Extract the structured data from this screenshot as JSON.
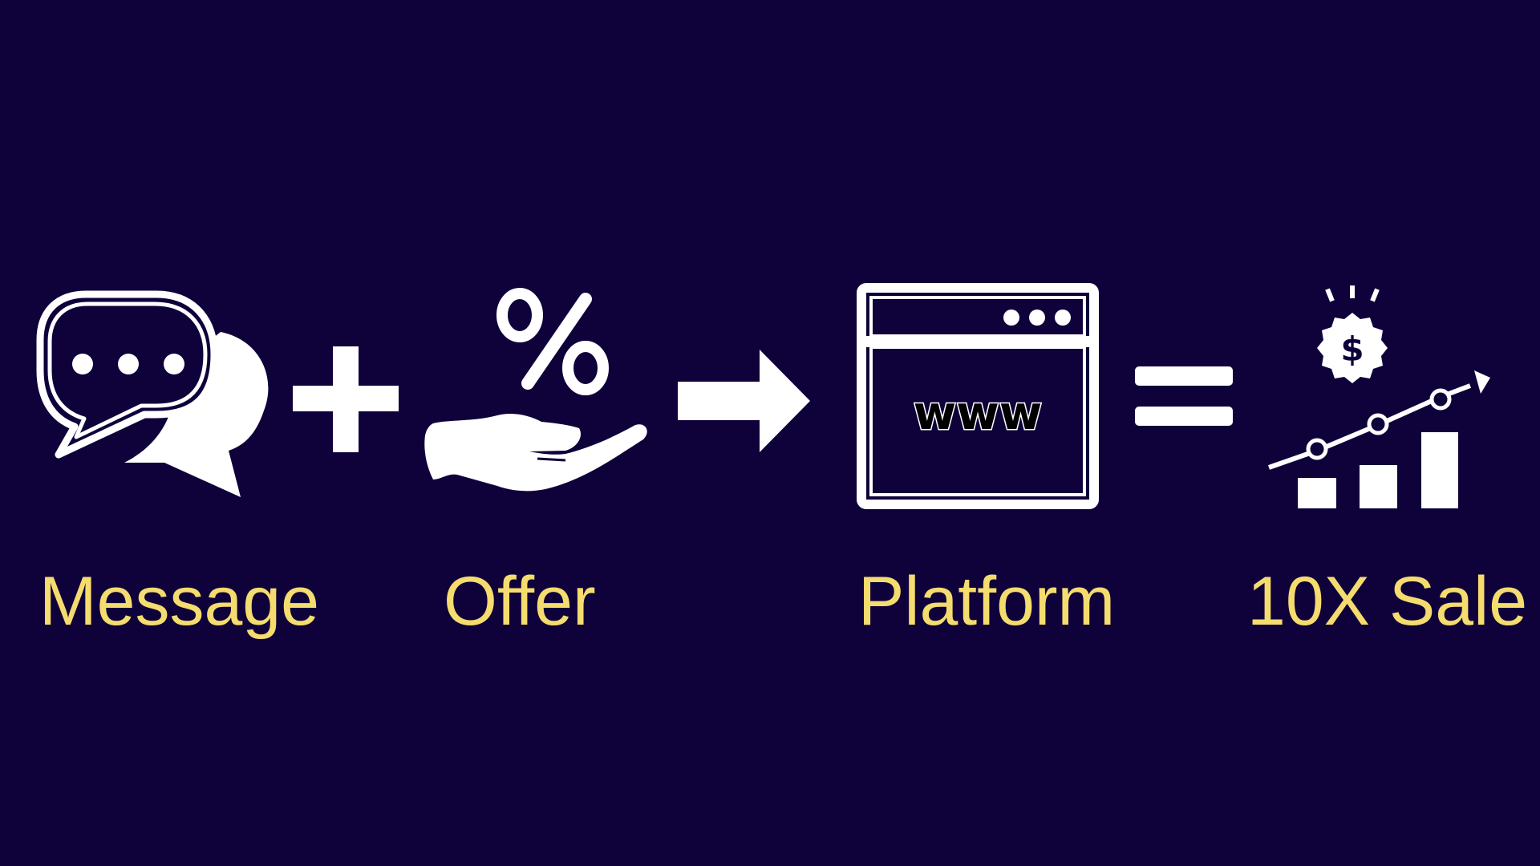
{
  "colors": {
    "background": "#0f023b",
    "icon": "#ffffff",
    "label": "#f5dc6e"
  },
  "steps": [
    {
      "label": "Message",
      "icon": "chat-bubbles-icon"
    },
    {
      "label": "Offer",
      "icon": "hand-percent-icon"
    },
    {
      "label": "Platform",
      "icon": "browser-window-icon",
      "icon_text": "www"
    },
    {
      "label": "10X Sale",
      "icon": "sales-growth-icon",
      "icon_text": "$"
    }
  ],
  "operators": [
    "plus-icon",
    "arrow-right-icon",
    "equals-icon"
  ]
}
